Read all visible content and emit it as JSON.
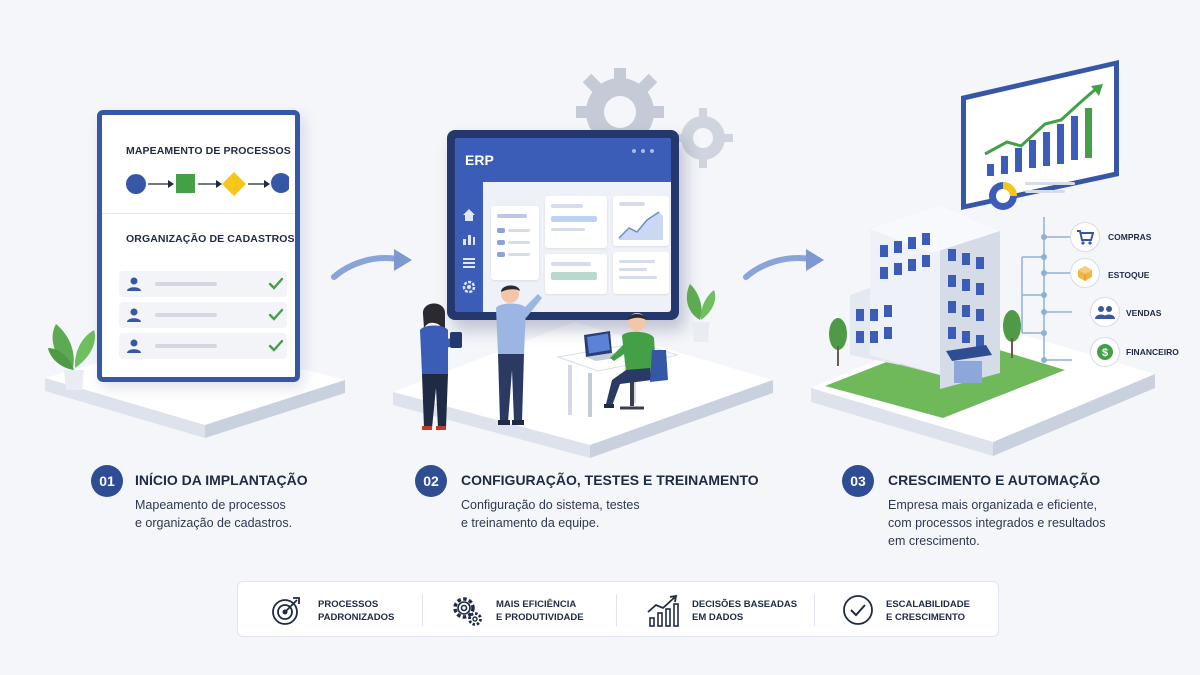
{
  "stage1": {
    "map_title": "MAPEAMENTO DE PROCESSOS",
    "cad_title": "ORGANIZAÇÃO DE CADASTROS"
  },
  "stage2": {
    "screen_title": "ERP"
  },
  "steps": [
    {
      "number": "01",
      "title": "INÍCIO DA IMPLANTAÇÃO",
      "desc_line1": "Mapeamento de processos",
      "desc_line2": "e organização de cadastros."
    },
    {
      "number": "02",
      "title": "CONFIGURAÇÃO, TESTES E TREINAMENTO",
      "desc_line1": "Configuração do sistema, testes",
      "desc_line2": "e treinamento da equipe."
    },
    {
      "number": "03",
      "title": "CRESCIMENTO E AUTOMAÇÃO",
      "desc_line1": "Empresa mais organizada e eficiente,",
      "desc_line2": "com processos integrados e resultados",
      "desc_line3": "em crescimento."
    }
  ],
  "modules": [
    {
      "label": "COMPRAS",
      "icon": "cart-icon"
    },
    {
      "label": "ESTOQUE",
      "icon": "box-icon"
    },
    {
      "label": "VENDAS",
      "icon": "people-icon"
    },
    {
      "label": "FINANCEIRO",
      "icon": "dollar-icon"
    }
  ],
  "benefits": [
    {
      "line1": "PROCESSOS",
      "line2": "PADRONIZADOS",
      "icon": "target-icon"
    },
    {
      "line1": "MAIS EFICIÊNCIA",
      "line2": "E PRODUTIVIDADE",
      "icon": "gears-icon"
    },
    {
      "line1": "DECISÕES BASEADAS",
      "line2": "EM DADOS",
      "icon": "growth-chart-icon"
    },
    {
      "line1": "ESCALABILIDADE",
      "line2": "E CRESCIMENTO",
      "icon": "check-circle-icon"
    }
  ],
  "colors": {
    "primary": "#2f4d93",
    "accent_blue": "#3b5db8",
    "green": "#43a047",
    "yellow": "#f5c518",
    "background": "#f4f6fa"
  }
}
